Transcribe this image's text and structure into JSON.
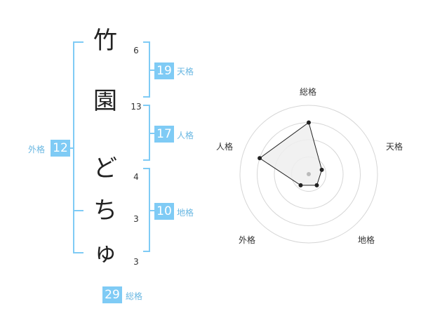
{
  "name": {
    "chars": [
      {
        "char": "竹",
        "strokes": "6"
      },
      {
        "char": "園",
        "strokes": "13"
      },
      {
        "char": "ど",
        "strokes": "4"
      },
      {
        "char": "ち",
        "strokes": "3"
      },
      {
        "char": "ゅ",
        "strokes": "3"
      }
    ]
  },
  "kakusu": {
    "tenkaku": {
      "value": "19",
      "label": "天格"
    },
    "jinkaku": {
      "value": "17",
      "label": "人格"
    },
    "chikaku": {
      "value": "10",
      "label": "地格"
    },
    "gaikaku": {
      "value": "12",
      "label": "外格"
    },
    "soukaku": {
      "value": "29",
      "label": "総格"
    }
  },
  "chart_data": {
    "type": "radar",
    "axes": [
      "総格",
      "天格",
      "地格",
      "外格",
      "人格"
    ],
    "values": [
      0.75,
      0.2,
      0.2,
      0.2,
      0.75
    ],
    "rings": 4,
    "colors": {
      "fill": "#eeeeee",
      "line": "#222222",
      "grid": "#d6d6d6",
      "bracket": "#7fcbf5",
      "center": "#bbbbbb"
    }
  }
}
